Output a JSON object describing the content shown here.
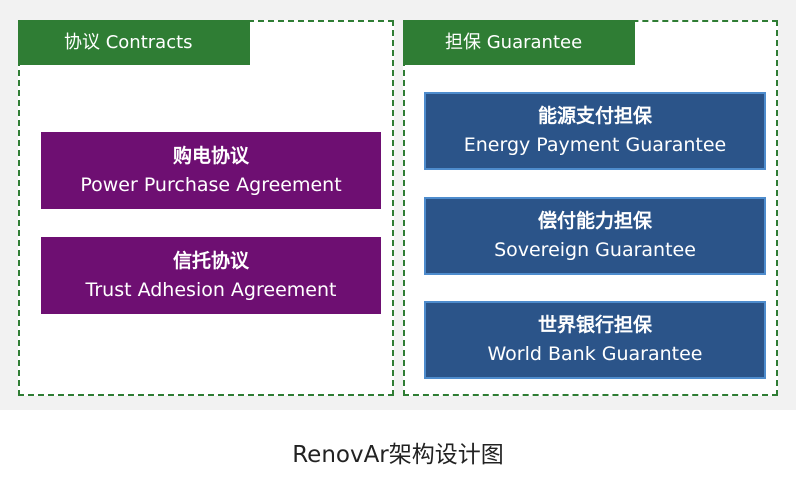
{
  "contracts": {
    "title": "协议 Contracts",
    "items": [
      {
        "zh": "购电协议",
        "en": "Power Purchase Agreement"
      },
      {
        "zh": "信托协议",
        "en": "Trust Adhesion Agreement"
      }
    ]
  },
  "guarantee": {
    "title": "担保 Guarantee",
    "items": [
      {
        "zh": "能源支付担保",
        "en": "Energy Payment Guarantee"
      },
      {
        "zh": "偿付能力担保",
        "en": "Sovereign Guarantee"
      },
      {
        "zh": "世界银行担保",
        "en": "World Bank Guarantee"
      }
    ]
  },
  "caption": "RenovAr架构设计图",
  "colors": {
    "group_green": "#2f7d34",
    "contract_purple": "#6e0f72",
    "guarantee_blue": "#2b5489",
    "guarantee_border": "#4e8ccd"
  }
}
